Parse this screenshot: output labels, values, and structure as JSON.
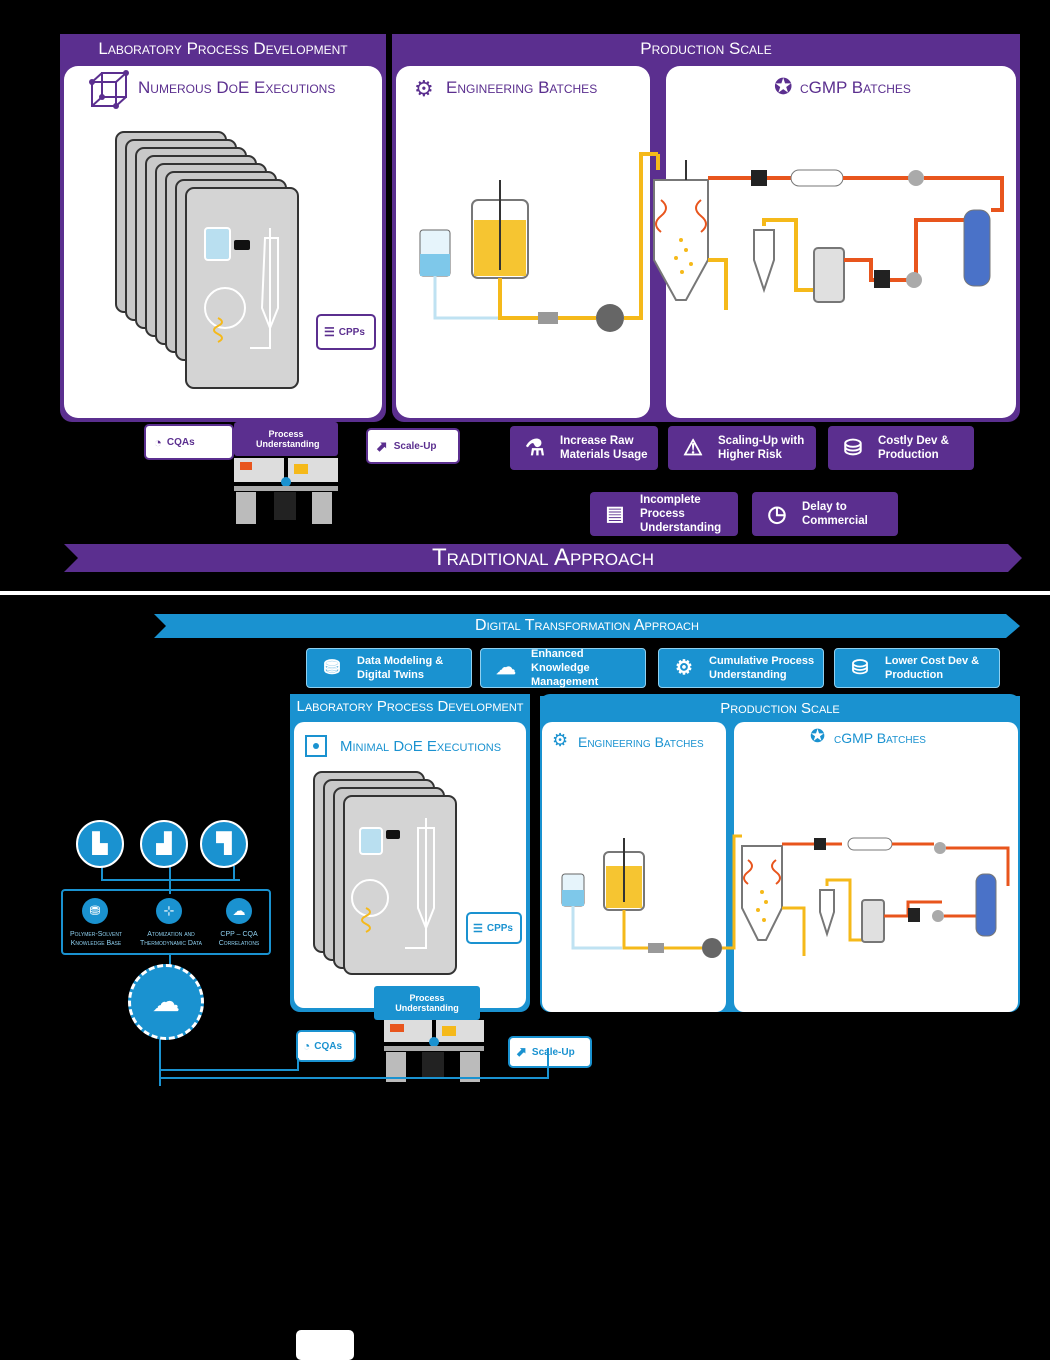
{
  "top": {
    "lab_header": "Laboratory Process Development",
    "lab_title": "Numerous DoE Executions",
    "prod_header": "Production Scale",
    "eng_title": "Engineering Batches",
    "cgmp_title": "cGMP Batches",
    "cpps": "CPPs",
    "cqas": "CQAs",
    "process_understanding": "Process Understanding",
    "scale_up": "Scale-Up",
    "risks": [
      "Increase Raw Materials Usage",
      "Scaling-Up with Higher Risk",
      "Costly Dev & Production",
      "Incomplete Process Understanding",
      "Delay to Commercial"
    ],
    "banner": "Traditional Approach"
  },
  "bottom": {
    "banner": "Digital Transformation Approach",
    "benefits": [
      "Data Modeling & Digital Twins",
      "Enhanced Knowledge Management",
      "Cumulative Process Understanding",
      "Lower Cost Dev & Production"
    ],
    "lab_header": "Laboratory Process Development",
    "lab_title": "Minimal DoE Executions",
    "prod_header": "Production Scale",
    "eng_title": "Engineering Batches",
    "cgmp_title": "cGMP Batches",
    "cpps": "CPPs",
    "cqas": "CQAs",
    "process_understanding": "Process Understanding",
    "scale_up": "Scale-Up",
    "sources": [
      "Polymer-Solvent Knowledge Base",
      "Atomization and Thermodynamic Data",
      "CPP – CQA Correlations"
    ]
  },
  "colors": {
    "purple": "#5b2f8f",
    "blue": "#1a92d0",
    "light_blue": "#8fd0f0",
    "orange_line": "#e8551d",
    "yellow_line": "#f5b91a"
  }
}
